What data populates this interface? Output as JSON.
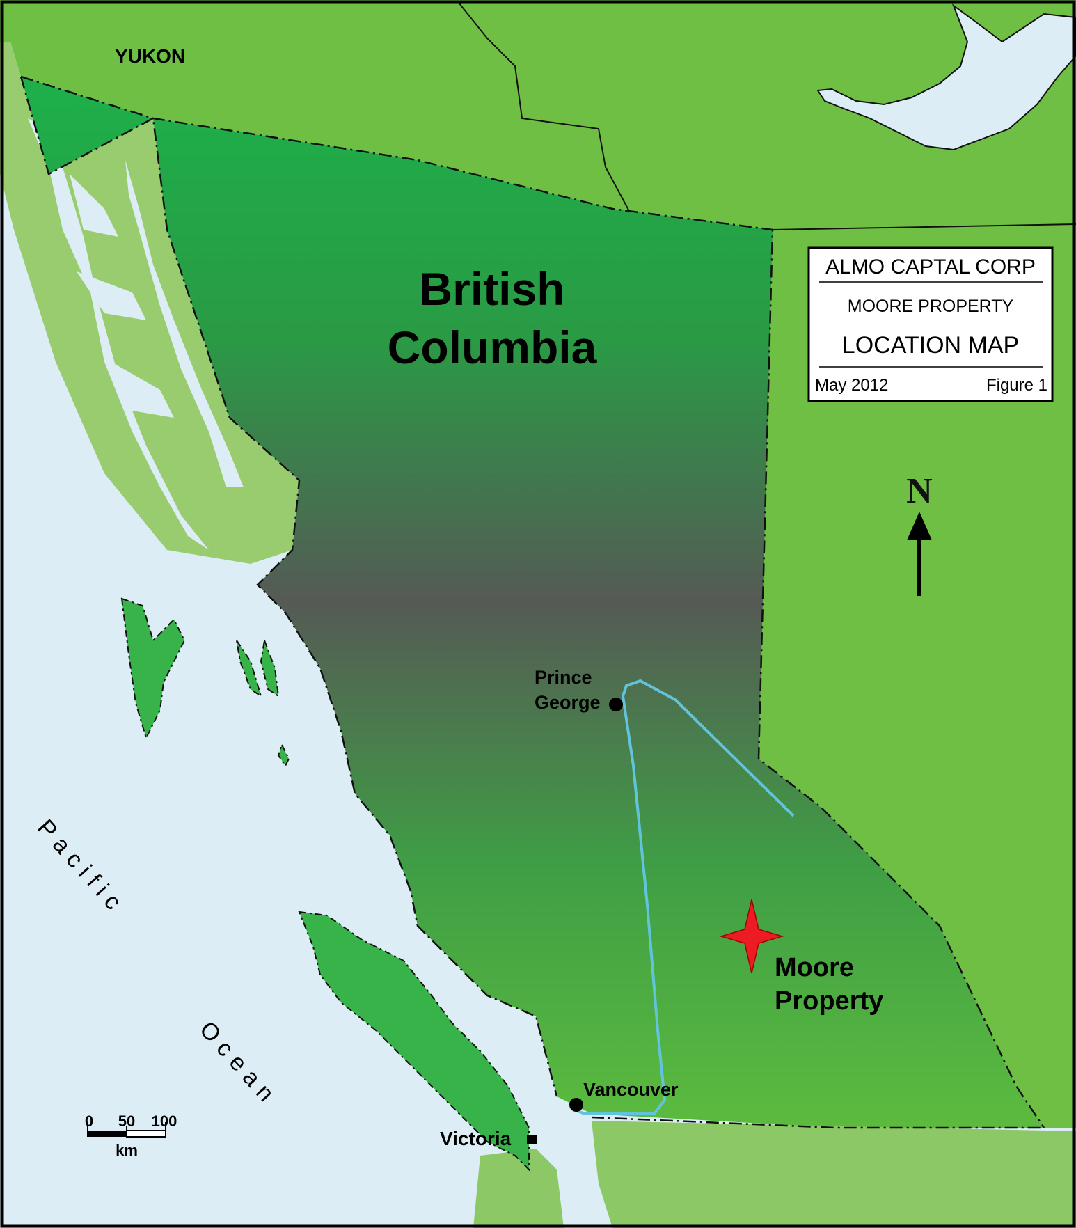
{
  "map": {
    "labels": {
      "yukon": "YUKON",
      "bc_line1": "British",
      "bc_line2": "Columbia",
      "ocean_word1": "Pacific",
      "ocean_word2": "Ocean",
      "prince_george_line1": "Prince",
      "prince_george_line2": "George",
      "vancouver": "Vancouver",
      "victoria": "Victoria",
      "moore_line1": "Moore",
      "moore_line2": "Property"
    },
    "title_block": {
      "company": "ALMO CAPTAL CORP",
      "property": "MOORE PROPERTY",
      "map_title": "LOCATION MAP",
      "date": "May 2012",
      "figure": "Figure 1"
    },
    "north_arrow": {
      "label": "N"
    },
    "scale_bar": {
      "ticks": [
        "0",
        "50",
        "100"
      ],
      "unit": "km"
    },
    "colors": {
      "water": "#dcedf5",
      "land_neighbor": "#6fbf45",
      "alaska_panhandle": "#99cc6e",
      "us_south": "#8cc866",
      "bc_top": "#1db04a",
      "bc_middle": "#555a55",
      "bc_bottom": "#5cbb3e",
      "islands": "#37b34a",
      "route_line": "#62c4dc",
      "property_marker": "#ed1c24"
    },
    "icons": {
      "property_marker": "four-point-star-icon",
      "city_marker": "dot-icon",
      "capital_marker": "square-icon",
      "north_arrow": "arrow-up-icon"
    }
  }
}
